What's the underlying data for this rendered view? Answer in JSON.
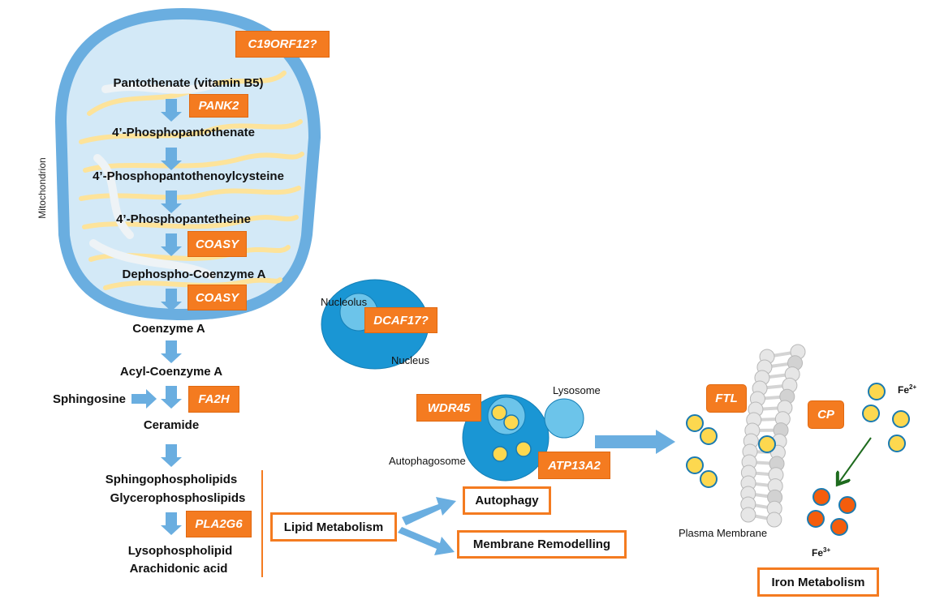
{
  "mitochondrion": {
    "label": "Mitochondrion",
    "gene_top": "C19ORF12?",
    "pathway": [
      "Pantothenate (vitamin B5)",
      "4’-Phosphopantothenate",
      "4’-Phosphopantothenoylcysteine",
      "4’-Phosphopantetheine",
      "Dephospho-Coenzyme A"
    ],
    "genes": {
      "pank2": "PANK2",
      "coasy1": "COASY",
      "coasy2": "COASY"
    }
  },
  "lipid_pathway": {
    "coenzyme_a": "Coenzyme A",
    "acyl_coa": "Acyl-Coenzyme A",
    "sphingosine": "Sphingosine",
    "ceramide": "Ceramide",
    "sphingophospholipids": "Sphingophospholipids",
    "glycerophospholipids": "Glycerophosphoslipids",
    "lysophospholipid": "Lysophospholipid",
    "arachidonic_acid": "Arachidonic acid",
    "genes": {
      "fa2h": "FA2H",
      "pla2g6": "PLA2G6"
    }
  },
  "nucleus": {
    "nucleolus_label": "Nucleolus",
    "nucleus_label": "Nucleus",
    "gene": "DCAF17?"
  },
  "autophagy": {
    "lysosome_label": "Lysosome",
    "autophagosome_label": "Autophagosome",
    "genes": {
      "wdr45": "WDR45",
      "atp13a2": "ATP13A2"
    }
  },
  "outcomes": {
    "lipid_metabolism": "Lipid Metabolism",
    "autophagy": "Autophagy",
    "membrane_remodelling": "Membrane Remodelling",
    "iron_metabolism": "Iron Metabolism"
  },
  "iron": {
    "plasma_membrane_label": "Plasma Membrane",
    "fe2_base": "Fe",
    "fe2_charge": "2+",
    "fe3_base": "Fe",
    "fe3_charge": "3+",
    "genes": {
      "ftl": "FTL",
      "cp": "CP"
    }
  },
  "colors": {
    "gene_box": "#f47b20",
    "arrow_blue": "#6aaee0",
    "mito_outer": "#6aaee0",
    "mito_inner": "#d3e9f7",
    "nucleus": "#1a96d4",
    "nucleolus": "#6cc4ea",
    "fe2": "#fdd84f",
    "fe3": "#f45d0c",
    "green_arrow": "#1e6b1e"
  }
}
